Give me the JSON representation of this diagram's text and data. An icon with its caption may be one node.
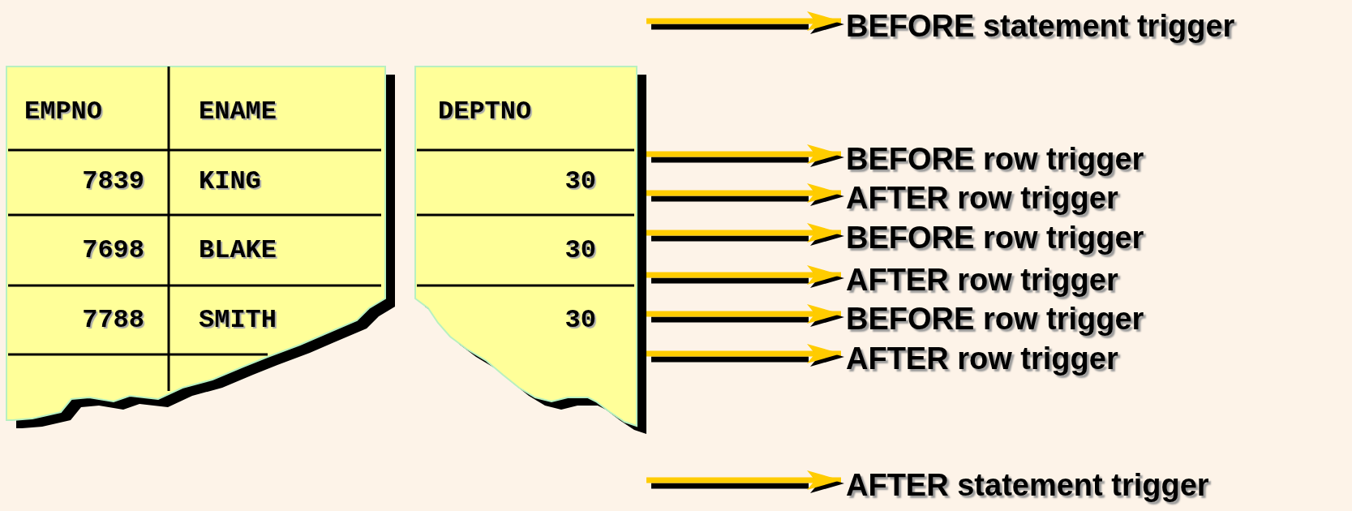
{
  "diagram": {
    "nodes": [
      {
        "text": [
          "BEFORE statement trigger"
        ]
      },
      {
        "text": [],
        "shape": "box"
      },
      {
        "text": [
          "BEFORE row trigger"
        ]
      },
      {
        "text": [
          "AFTER row trigger"
        ]
      },
      {
        "text": [
          "BEFORE row trigger"
        ]
      },
      {
        "text": [
          "AFTER row trigger"
        ]
      },
      {
        "text": [
          "BEFORE row trigger"
        ]
      },
      {
        "text": [
          "AFTER row trigger"
        ]
      },
      {
        "text": [
          "AFTER statement trigger"
        ]
      }
    ],
    "edges": [
      {
        "from": null,
        "to": 0,
        "arrow": "to"
      },
      {
        "from": 1,
        "to": 2,
        "arrow": "to"
      },
      {
        "from": 1,
        "to": 3,
        "arrow": "to"
      },
      {
        "from": 1,
        "to": 4,
        "arrow": "to"
      },
      {
        "from": 1,
        "to": 5,
        "arrow": "to"
      },
      {
        "from": 1,
        "to": 6,
        "arrow": "to"
      },
      {
        "from": 1,
        "to": 7,
        "arrow": "to"
      },
      {
        "from": null,
        "to": 8,
        "arrow": "to"
      }
    ],
    "labels": [
      "EMPNO",
      "ENAME",
      "DEPTNO",
      "7839",
      "KING",
      "30",
      "7698",
      "BLAKE",
      "30",
      "7788",
      "SMITH",
      "30"
    ]
  }
}
